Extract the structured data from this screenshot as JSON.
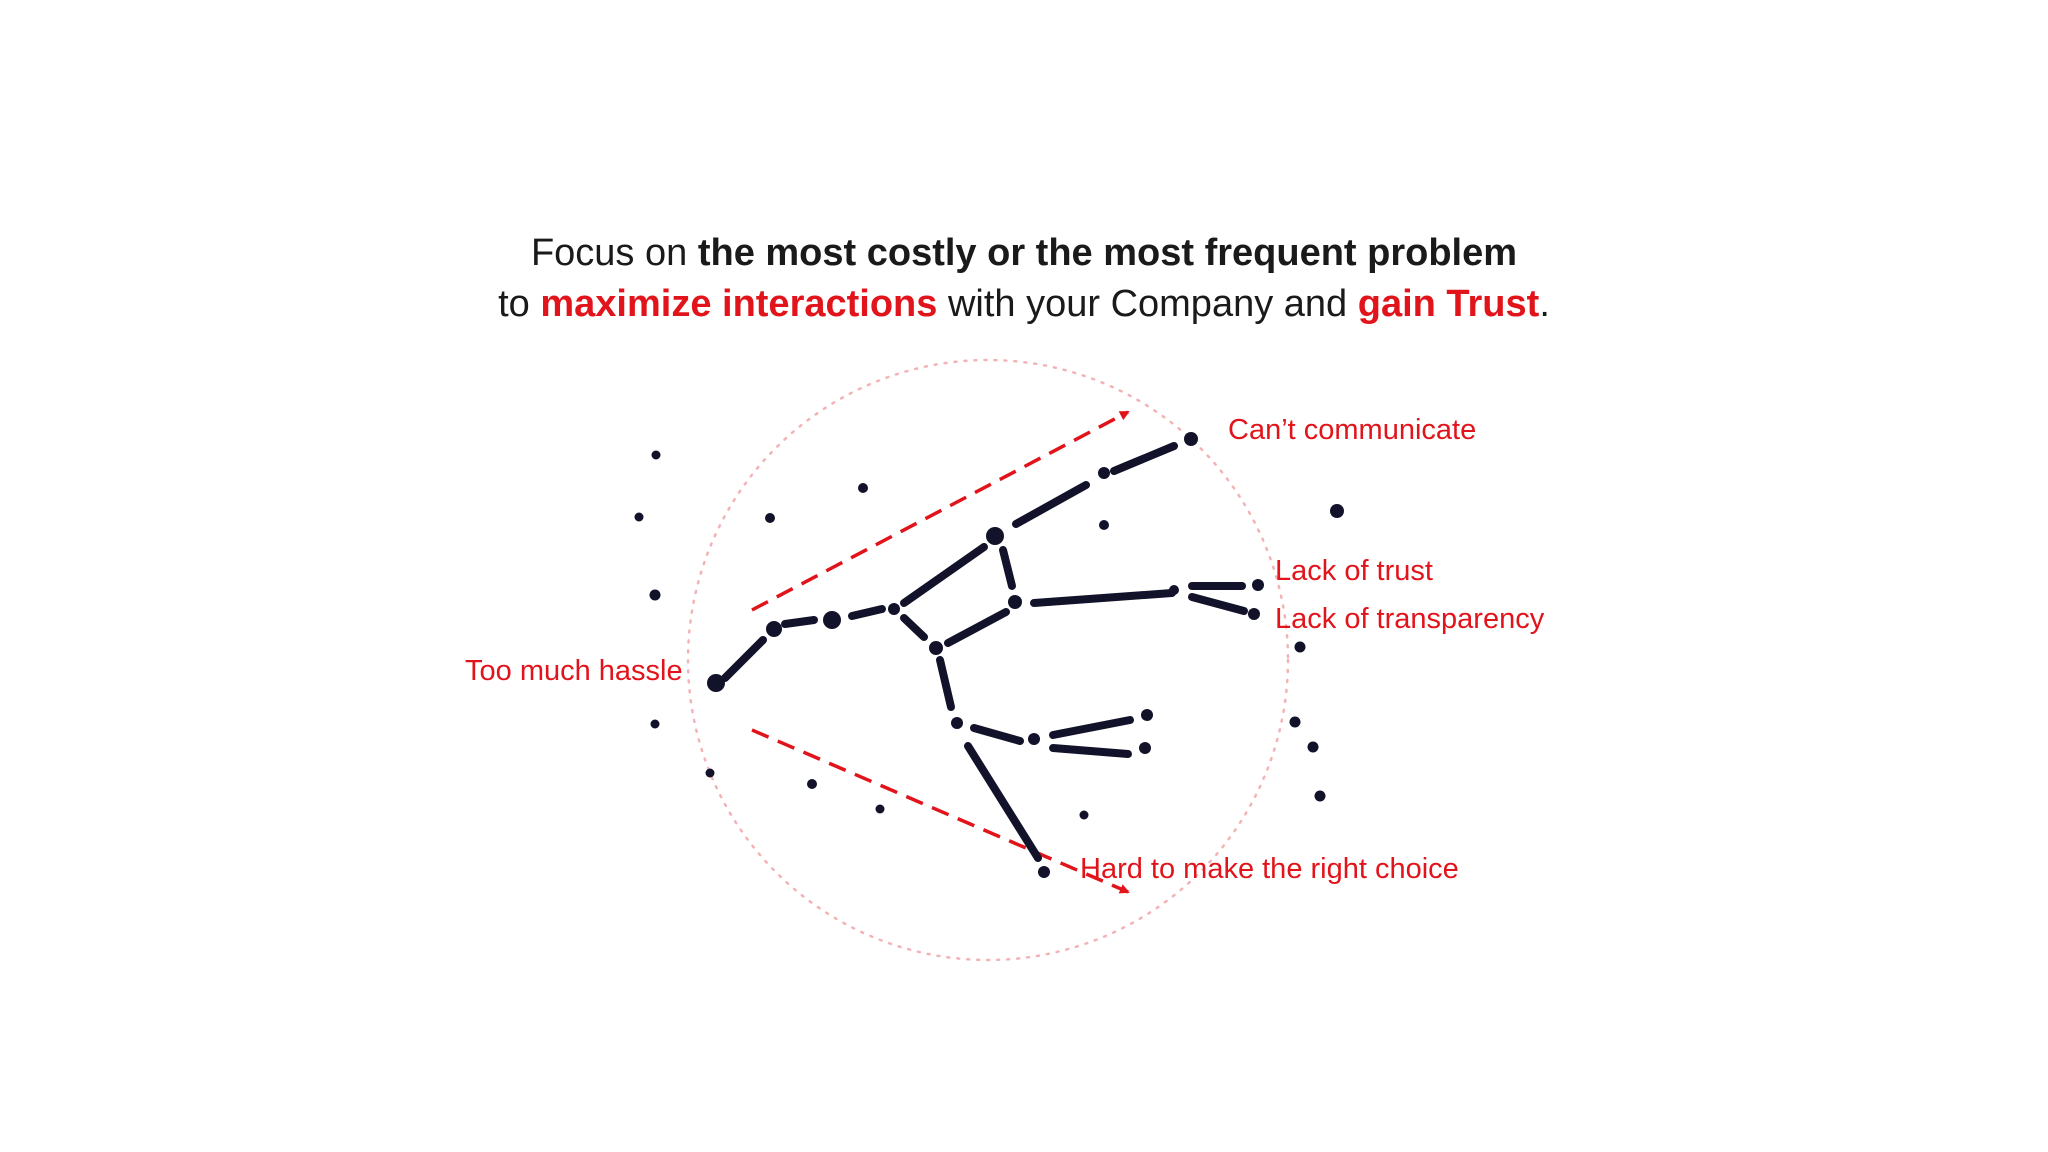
{
  "headline": {
    "line1": {
      "plain": "Focus on ",
      "bold": "the most costly or the most frequent problem"
    },
    "line2": {
      "pre": "to ",
      "red1": "maximize interactions",
      "mid": " with your Company and ",
      "red2": "gain Trust",
      "end": "."
    }
  },
  "labels": {
    "cant_communicate": "Can’t communicate",
    "lack_of_trust": "Lack of trust",
    "lack_of_transparency": "Lack of transparency",
    "too_much_hassle": "Too much hassle",
    "hard_to_choose": "Hard to make the right choice"
  },
  "colors": {
    "accent": "#e2141b",
    "ink": "#12122a",
    "text": "#1a1a1a"
  }
}
